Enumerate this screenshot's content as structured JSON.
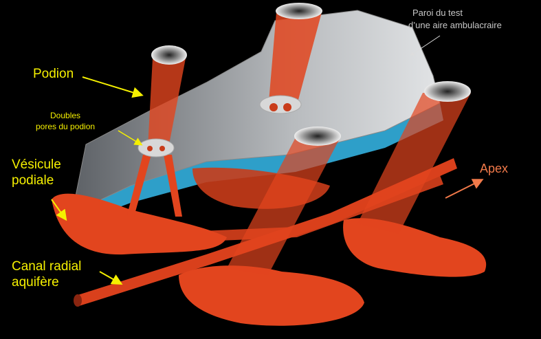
{
  "labels": {
    "test_wall_line1": "Paroi du test",
    "test_wall_line2": "d’une aire ambulacraire",
    "podion": "Podion",
    "double_pores_line1": "Doubles",
    "double_pores_line2": "pores du podion",
    "vesicle_line1": "Vésicule",
    "vesicle_line2": "podiale",
    "apex": "Apex",
    "radial_canal_line1": "Canal radial",
    "radial_canal_line2": "aquifère"
  },
  "colors": {
    "background": "#000000",
    "plate": "#b9bcbf",
    "plate_edge": "#2e9fc9",
    "organ": "#e2451e",
    "label_yellow": "#f5f000",
    "label_gray": "#c8c8c8",
    "apex": "#f27a4a"
  }
}
